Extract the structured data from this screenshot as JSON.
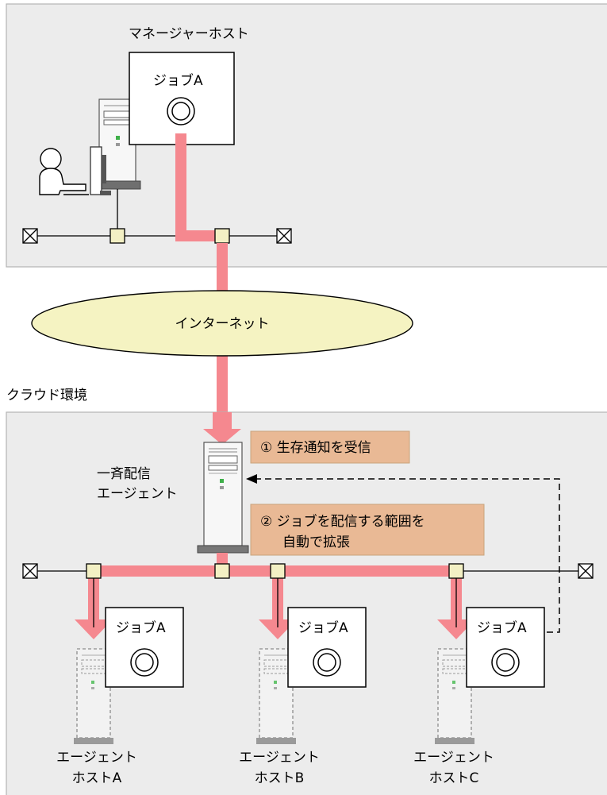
{
  "manager": {
    "title": "マネージャーホスト",
    "job_label": "ジョブA"
  },
  "internet": {
    "label": "インターネット"
  },
  "cloud": {
    "title": "クラウド環境"
  },
  "broadcast_agent": {
    "label_line1": "一斉配信",
    "label_line2": "エージェント"
  },
  "callouts": {
    "step1": "① 生存通知を受信",
    "step2_line1": "② ジョブを配信する範囲を",
    "step2_line2": "自動で拡張"
  },
  "agents": [
    {
      "job_label": "ジョブA",
      "name_line1": "エージェント",
      "name_line2": "ホストA"
    },
    {
      "job_label": "ジョブA",
      "name_line1": "エージェント",
      "name_line2": "ホストB"
    },
    {
      "job_label": "ジョブA",
      "name_line1": "エージェント",
      "name_line2": "ホストC"
    }
  ],
  "colors": {
    "region_fill": "#ececec",
    "region_border": "#b3b3b3",
    "flow": "#f5888f",
    "callout_fill": "#e9b995",
    "internet_fill": "#f5f3c2",
    "node_fill": "#f3f0c4"
  }
}
